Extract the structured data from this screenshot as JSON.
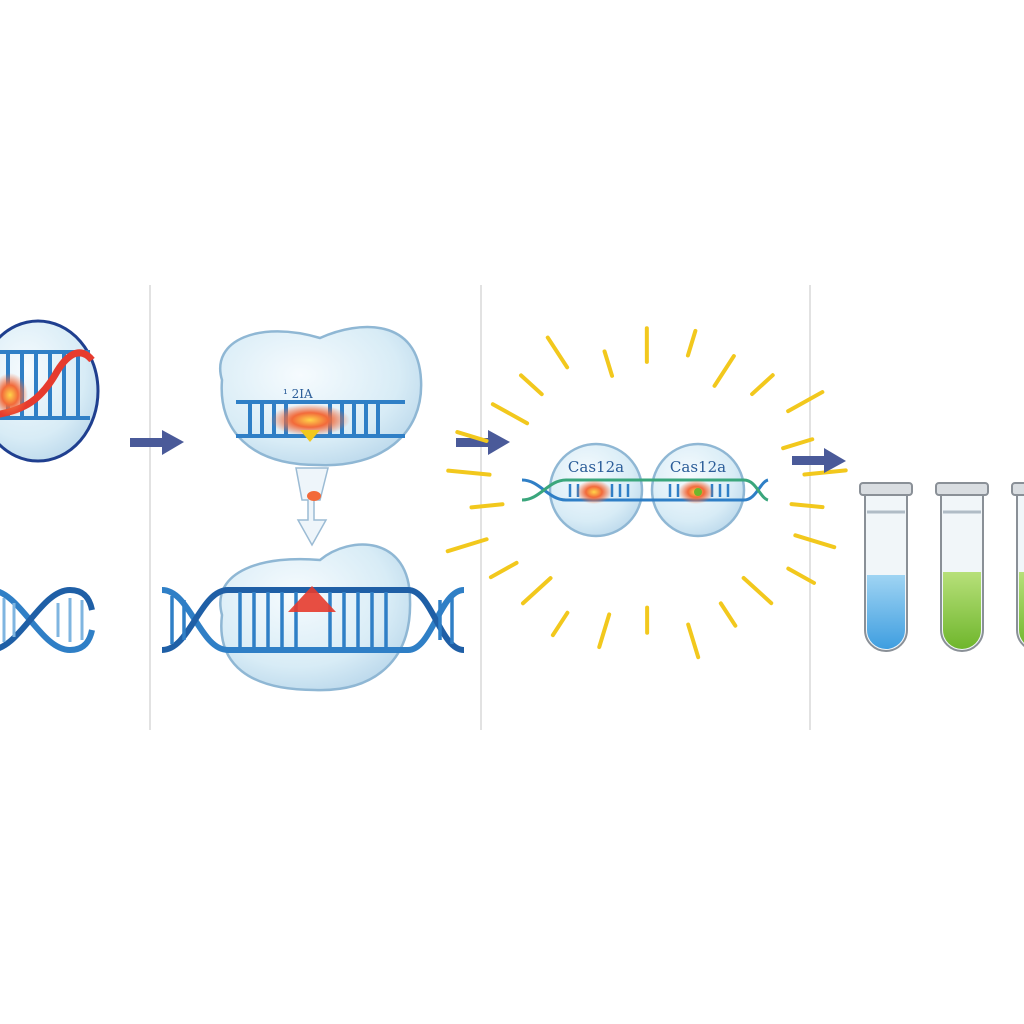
{
  "panel2": {
    "label": "¹ 2IA"
  },
  "panel3": {
    "label_left": "Cas12a",
    "label_right": "Cas12a"
  },
  "colors": {
    "dna_blue": "#2f7fc6",
    "dna_dark": "#1f5fa6",
    "rna_red": "#e63b2e",
    "arrow_navy": "#4a5a99",
    "flash_yellow": "#f2c81d",
    "tube_blue": "#5ab3e8",
    "tube_green": "#86c940",
    "bubble_fill": "#d8ecf6",
    "bubble_stroke": "#8fb7d4",
    "divider": "#e2e2e2"
  },
  "icons": [
    "arrow-right-icon",
    "arrow-down-icon",
    "dna-helix-icon",
    "test-tube-icon"
  ]
}
